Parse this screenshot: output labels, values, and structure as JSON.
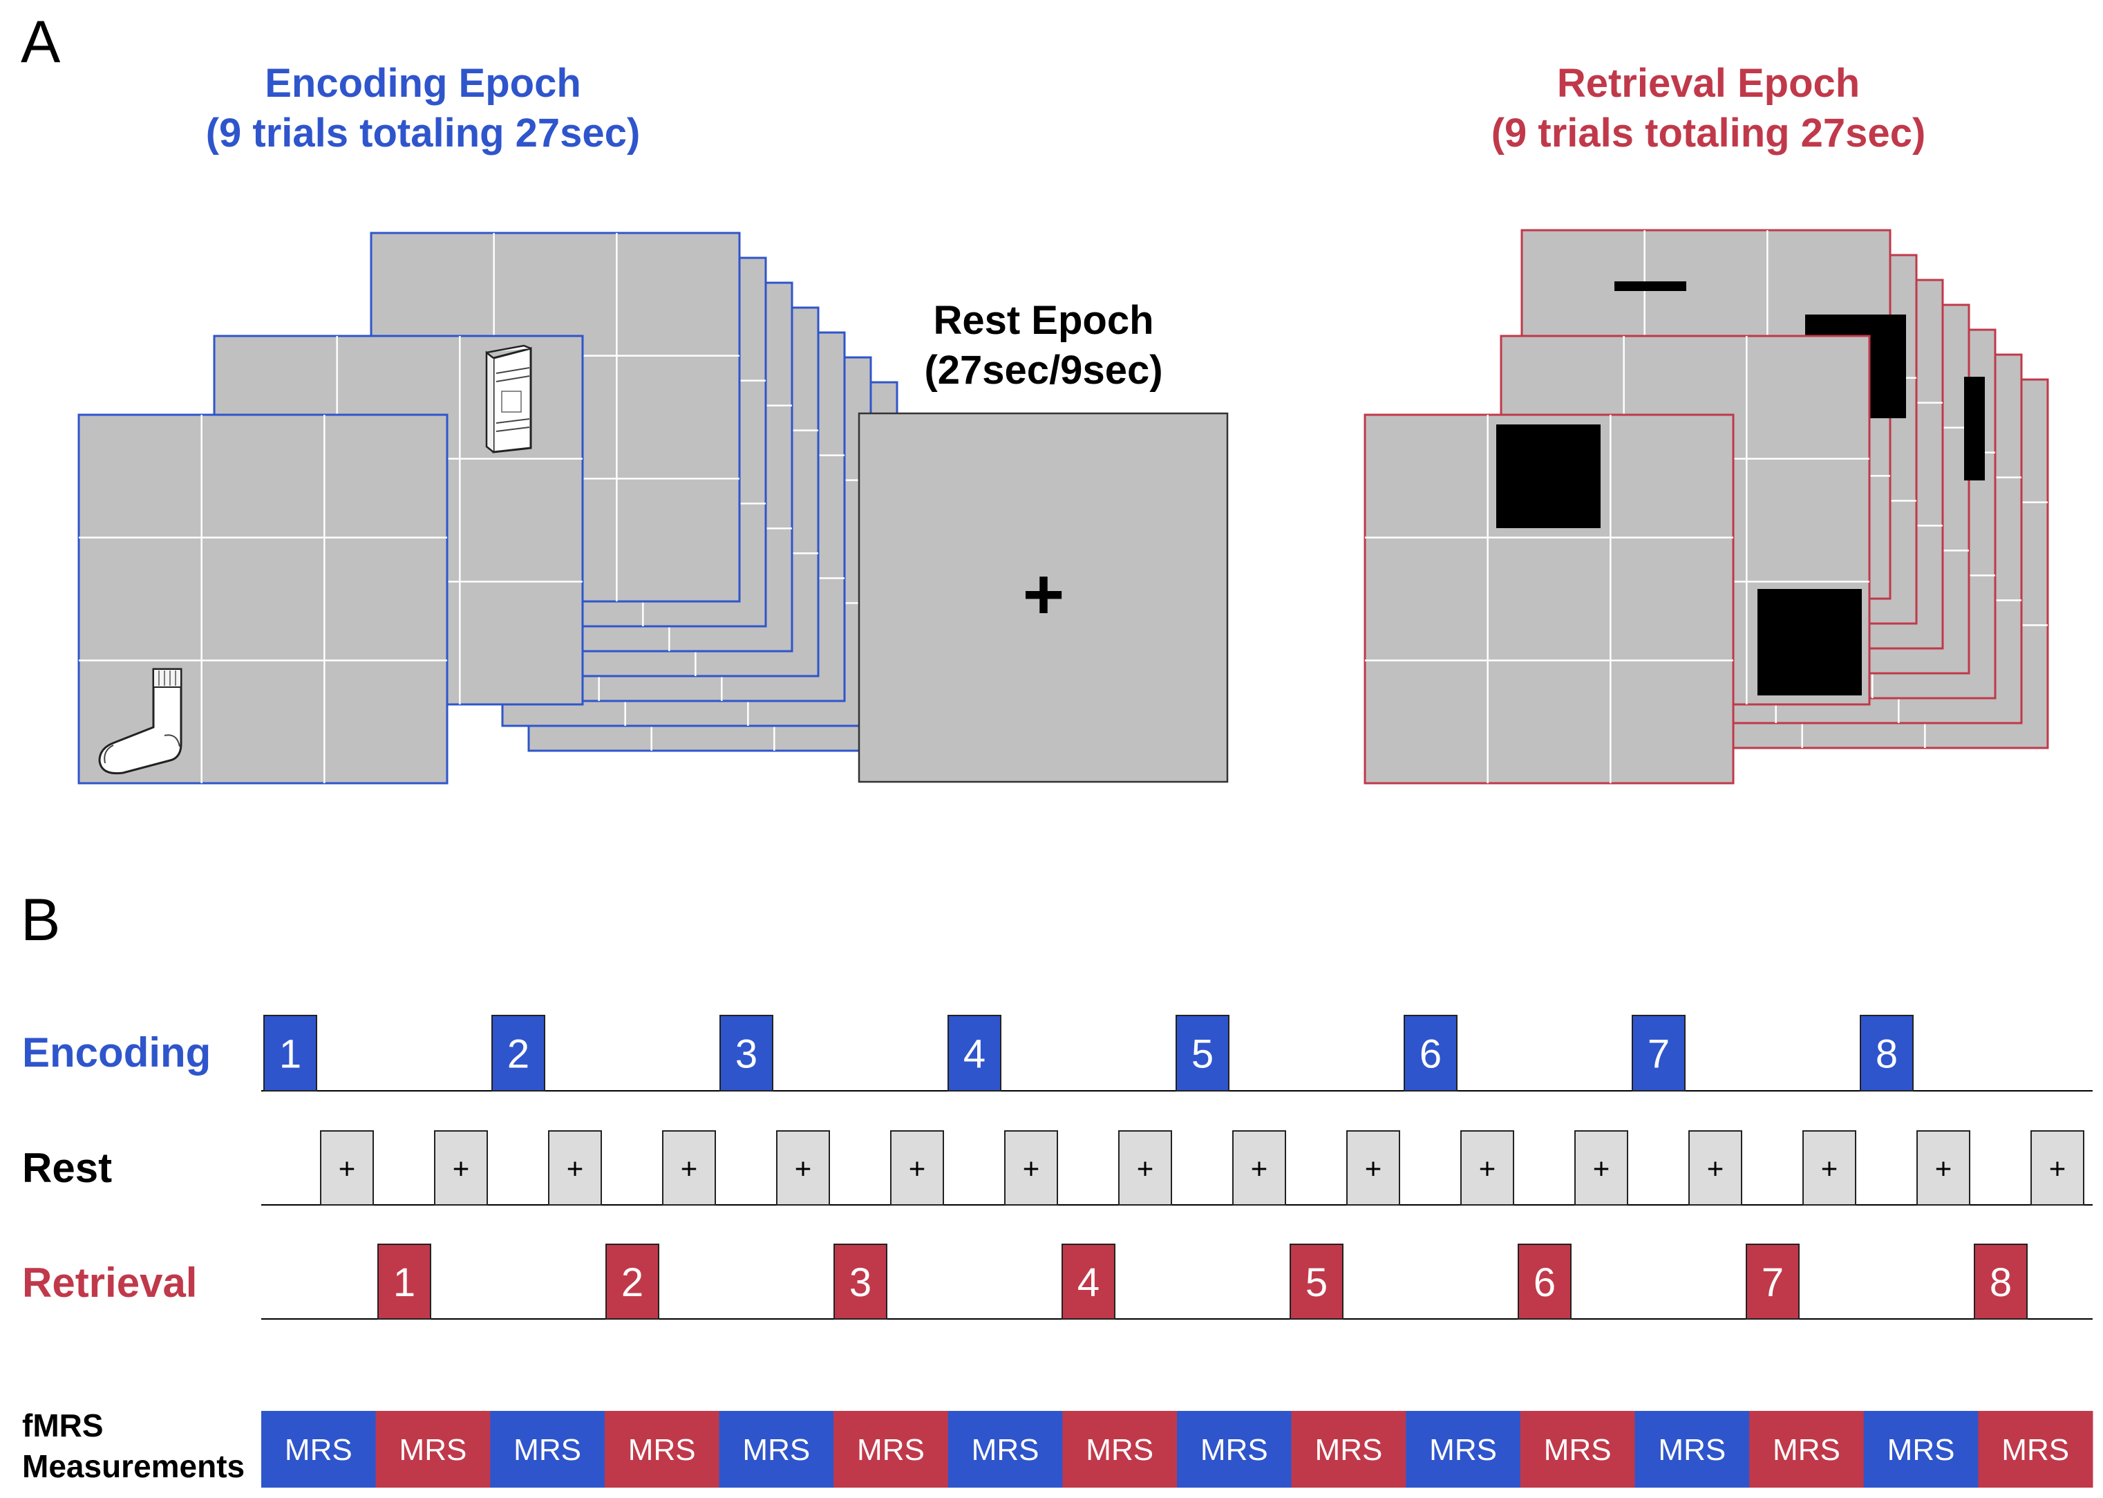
{
  "colors": {
    "blue": "#2f55cc",
    "red": "#c0394a",
    "gray": "#c0c0c0",
    "rest_gray": "#dcdcdc",
    "black": "#000000"
  },
  "panel_a": {
    "label": "A",
    "encoding_title": "Encoding Epoch",
    "encoding_subtitle": "(9 trials totaling 27sec)",
    "rest_title": "Rest Epoch",
    "rest_subtitle": "(27sec/9sec)",
    "rest_symbol": "+",
    "retrieval_title": "Retrieval Epoch",
    "retrieval_subtitle": "(9 trials totaling 27sec)",
    "icons": [
      "sock-icon",
      "book-icon"
    ]
  },
  "panel_b": {
    "label": "B",
    "row_labels": {
      "encoding": "Encoding",
      "rest": "Rest",
      "retrieval": "Retrieval"
    },
    "encoding_blocks": [
      "1",
      "2",
      "3",
      "4",
      "5",
      "6",
      "7",
      "8"
    ],
    "rest_blocks": [
      "+",
      "+",
      "+",
      "+",
      "+",
      "+",
      "+",
      "+",
      "+",
      "+",
      "+",
      "+",
      "+",
      "+",
      "+",
      "+"
    ],
    "retrieval_blocks": [
      "1",
      "2",
      "3",
      "4",
      "5",
      "6",
      "7",
      "8"
    ],
    "fmrs_label_line1": "fMRS",
    "fmrs_label_line2": "Measurements",
    "mrs_blocks": [
      "MRS",
      "MRS",
      "MRS",
      "MRS",
      "MRS",
      "MRS",
      "MRS",
      "MRS",
      "MRS",
      "MRS",
      "MRS",
      "MRS",
      "MRS",
      "MRS",
      "MRS",
      "MRS"
    ]
  }
}
